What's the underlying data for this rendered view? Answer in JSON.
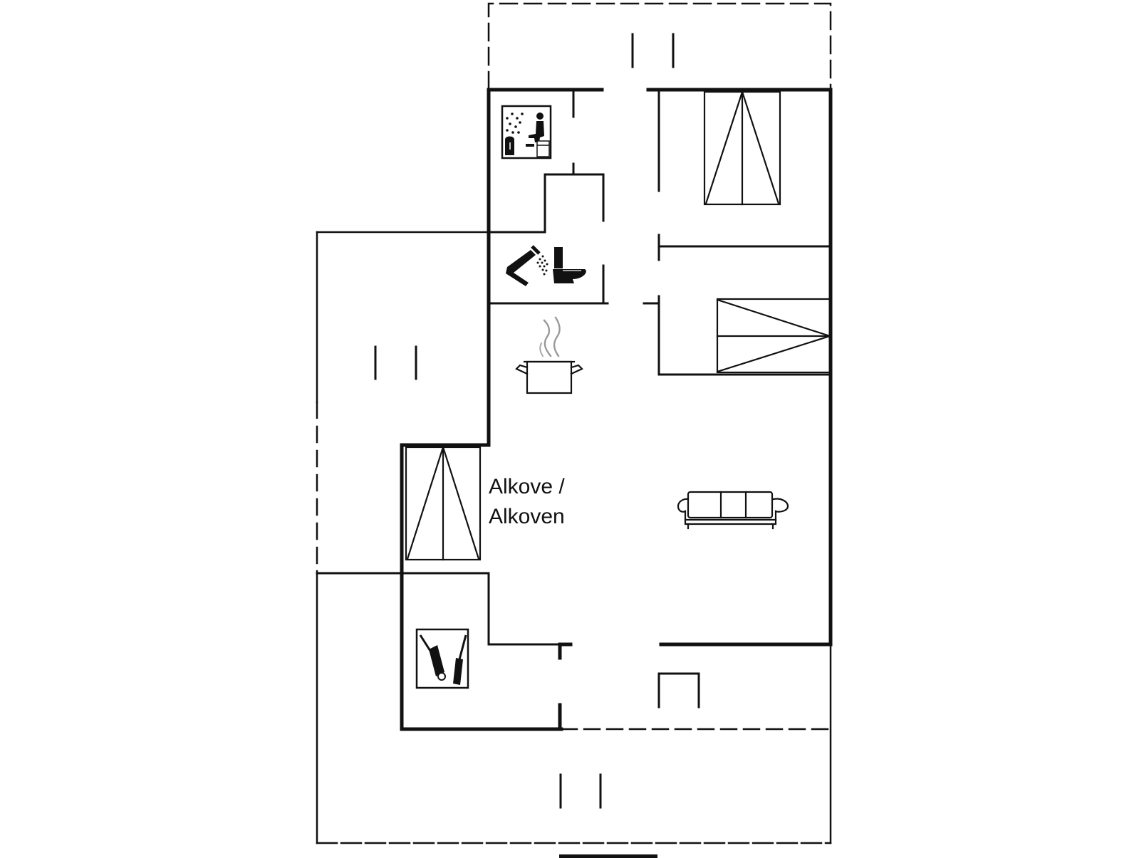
{
  "floorplan": {
    "rooms": [
      {
        "name": "sauna",
        "icon": "sauna-icon"
      },
      {
        "name": "bathroom",
        "icons": [
          "shower-icon",
          "toilet-icon"
        ]
      },
      {
        "name": "kitchen",
        "icon": "cooking-pot-icon"
      },
      {
        "name": "bedroom",
        "icon": "double-bed-icon"
      },
      {
        "name": "alcove",
        "label_line1": "Alkove /",
        "label_line2": "Alkoven",
        "icon": "single-bed-icon"
      },
      {
        "name": "living-room",
        "icon": "sofa-icon"
      },
      {
        "name": "utility-room",
        "icon": "utility-room-icon"
      },
      {
        "name": "staircase",
        "icon": "stairs-icon"
      }
    ],
    "colors": {
      "wall": "#111111",
      "background": "#ffffff"
    }
  }
}
